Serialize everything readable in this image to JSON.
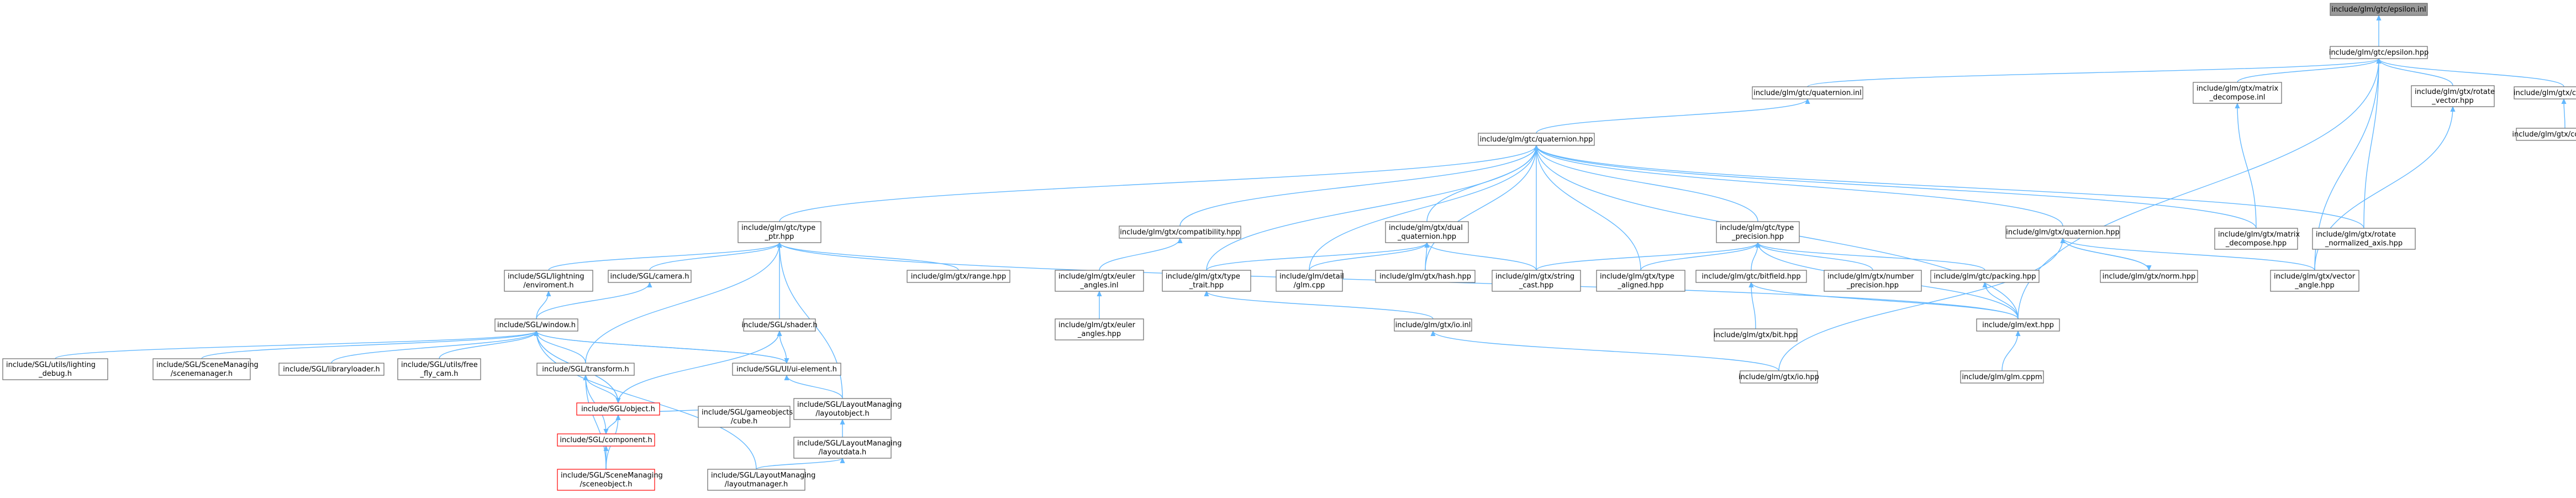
{
  "colors": {
    "edge": "#63b8ff",
    "box_border": "#666666",
    "root_fill": "#999999",
    "highlight_border": "#ff0000",
    "background": "#ffffff"
  },
  "nodes": [
    {
      "id": "epsilon_inl",
      "lines": [
        "include/glm/gtc/epsilon.inl"
      ],
      "root": true
    },
    {
      "id": "epsilon_hpp",
      "lines": [
        "include/glm/gtc/epsilon.hpp"
      ]
    },
    {
      "id": "quaternion_inl",
      "lines": [
        "include/glm/gtc/quaternion.inl"
      ]
    },
    {
      "id": "matrix_decompose_inl",
      "lines": [
        "include/glm/gtx/matrix",
        "_decompose.inl"
      ]
    },
    {
      "id": "rotate_vector_hpp",
      "lines": [
        "include/glm/gtx/rotate",
        "_vector.hpp"
      ]
    },
    {
      "id": "common_inl",
      "lines": [
        "include/glm/gtx/common.inl"
      ]
    },
    {
      "id": "common_hpp",
      "lines": [
        "include/glm/gtx/common.hpp"
      ]
    },
    {
      "id": "quaternion_hpp",
      "lines": [
        "include/glm/gtc/quaternion.hpp"
      ]
    },
    {
      "id": "type_ptr_hpp",
      "lines": [
        "include/glm/gtc/type",
        "_ptr.hpp"
      ]
    },
    {
      "id": "compatibility_hpp",
      "lines": [
        "include/glm/gtx/compatibility.hpp"
      ]
    },
    {
      "id": "dual_quaternion_hpp",
      "lines": [
        "include/glm/gtx/dual",
        "_quaternion.hpp"
      ]
    },
    {
      "id": "type_precision_hpp",
      "lines": [
        "include/glm/gtc/type",
        "_precision.hpp"
      ]
    },
    {
      "id": "gtx_quaternion_hpp",
      "lines": [
        "include/glm/gtx/quaternion.hpp"
      ]
    },
    {
      "id": "matrix_decompose_hpp",
      "lines": [
        "include/glm/gtx/matrix",
        "_decompose.hpp"
      ]
    },
    {
      "id": "rotate_normalized_axis_hpp",
      "lines": [
        "include/glm/gtx/rotate",
        "_normalized_axis.hpp"
      ]
    },
    {
      "id": "lightning_env",
      "lines": [
        "include/SGL/lightning",
        "/enviroment.h"
      ]
    },
    {
      "id": "camera_h",
      "lines": [
        "include/SGL/camera.h"
      ]
    },
    {
      "id": "range_hpp",
      "lines": [
        "include/glm/gtx/range.hpp"
      ]
    },
    {
      "id": "euler_angles_inl",
      "lines": [
        "include/glm/gtx/euler",
        "_angles.inl"
      ]
    },
    {
      "id": "type_trait_hpp",
      "lines": [
        "include/glm/gtx/type",
        "_trait.hpp"
      ]
    },
    {
      "id": "detail_glm_cpp",
      "lines": [
        "include/glm/detail",
        "/glm.cpp"
      ]
    },
    {
      "id": "hash_hpp",
      "lines": [
        "include/glm/gtx/hash.hpp"
      ]
    },
    {
      "id": "string_cast_hpp",
      "lines": [
        "include/glm/gtx/string",
        "_cast.hpp"
      ]
    },
    {
      "id": "type_aligned_hpp",
      "lines": [
        "include/glm/gtx/type",
        "_aligned.hpp"
      ]
    },
    {
      "id": "bitfield_hpp",
      "lines": [
        "include/glm/gtc/bitfield.hpp"
      ]
    },
    {
      "id": "number_precision_hpp",
      "lines": [
        "include/glm/gtx/number",
        "_precision.hpp"
      ]
    },
    {
      "id": "packing_hpp",
      "lines": [
        "include/glm/gtc/packing.hpp"
      ]
    },
    {
      "id": "norm_hpp",
      "lines": [
        "include/glm/gtx/norm.hpp"
      ]
    },
    {
      "id": "vector_angle_hpp",
      "lines": [
        "include/glm/gtx/vector",
        "_angle.hpp"
      ]
    },
    {
      "id": "window_h",
      "lines": [
        "include/SGL/window.h"
      ]
    },
    {
      "id": "shader_h",
      "lines": [
        "include/SGL/shader.h"
      ]
    },
    {
      "id": "euler_angles_hpp",
      "lines": [
        "include/glm/gtx/euler",
        "_angles.hpp"
      ]
    },
    {
      "id": "io_inl",
      "lines": [
        "include/glm/gtx/io.inl"
      ]
    },
    {
      "id": "bit_hpp",
      "lines": [
        "include/glm/gtx/bit.hpp"
      ]
    },
    {
      "id": "ext_hpp",
      "lines": [
        "include/glm/ext.hpp"
      ]
    },
    {
      "id": "utils_lighting_debug",
      "lines": [
        "include/SGL/utils/lighting",
        "_debug.h"
      ]
    },
    {
      "id": "scenemanager_h",
      "lines": [
        "include/SGL/SceneManaging",
        "/scenemanager.h"
      ]
    },
    {
      "id": "libraryloader_h",
      "lines": [
        "include/SGL/libraryloader.h"
      ]
    },
    {
      "id": "free_fly_cam",
      "lines": [
        "include/SGL/utils/free",
        "_fly_cam.h"
      ]
    },
    {
      "id": "transform_h",
      "lines": [
        "include/SGL/transform.h"
      ]
    },
    {
      "id": "ui_element_h",
      "lines": [
        "include/SGL/UI/ui-element.h"
      ]
    },
    {
      "id": "io_hpp",
      "lines": [
        "include/glm/gtx/io.hpp"
      ]
    },
    {
      "id": "glm_cppm",
      "lines": [
        "include/glm/glm.cppm"
      ]
    },
    {
      "id": "object_h",
      "lines": [
        "include/SGL/object.h"
      ],
      "red": true
    },
    {
      "id": "layoutobject_h",
      "lines": [
        "include/SGL/LayoutManaging",
        "/layoutobject.h"
      ]
    },
    {
      "id": "gameobjects_cube",
      "lines": [
        "include/SGL/gameobjects",
        "/cube.h"
      ]
    },
    {
      "id": "component_h",
      "lines": [
        "include/SGL/component.h"
      ],
      "red": true
    },
    {
      "id": "layoutdata_h",
      "lines": [
        "include/SGL/LayoutManaging",
        "/layoutdata.h"
      ]
    },
    {
      "id": "sceneobject_h",
      "lines": [
        "include/SGL/SceneManaging",
        "/sceneobject.h"
      ],
      "red": true
    },
    {
      "id": "layoutmanager_h",
      "lines": [
        "include/SGL/LayoutManaging",
        "/layoutmanager.h"
      ]
    }
  ],
  "edges": [
    [
      "epsilon_inl",
      "epsilon_hpp"
    ],
    [
      "epsilon_hpp",
      "quaternion_inl"
    ],
    [
      "epsilon_hpp",
      "matrix_decompose_inl"
    ],
    [
      "epsilon_hpp",
      "rotate_vector_hpp"
    ],
    [
      "epsilon_hpp",
      "common_inl"
    ],
    [
      "epsilon_hpp",
      "rotate_normalized_axis_hpp"
    ],
    [
      "epsilon_hpp",
      "vector_angle_hpp"
    ],
    [
      "epsilon_hpp",
      "ext_hpp"
    ],
    [
      "common_inl",
      "common_hpp"
    ],
    [
      "quaternion_inl",
      "quaternion_hpp"
    ],
    [
      "matrix_decompose_inl",
      "matrix_decompose_hpp"
    ],
    [
      "rotate_vector_hpp",
      "vector_angle_hpp"
    ],
    [
      "quaternion_hpp",
      "type_ptr_hpp"
    ],
    [
      "quaternion_hpp",
      "compatibility_hpp"
    ],
    [
      "quaternion_hpp",
      "dual_quaternion_hpp"
    ],
    [
      "quaternion_hpp",
      "type_precision_hpp"
    ],
    [
      "quaternion_hpp",
      "gtx_quaternion_hpp"
    ],
    [
      "quaternion_hpp",
      "matrix_decompose_hpp"
    ],
    [
      "quaternion_hpp",
      "rotate_normalized_axis_hpp"
    ],
    [
      "quaternion_hpp",
      "type_trait_hpp"
    ],
    [
      "quaternion_hpp",
      "detail_glm_cpp"
    ],
    [
      "quaternion_hpp",
      "hash_hpp"
    ],
    [
      "quaternion_hpp",
      "string_cast_hpp"
    ],
    [
      "quaternion_hpp",
      "type_aligned_hpp"
    ],
    [
      "quaternion_hpp",
      "ext_hpp"
    ],
    [
      "type_ptr_hpp",
      "lightning_env"
    ],
    [
      "type_ptr_hpp",
      "camera_h"
    ],
    [
      "type_ptr_hpp",
      "range_hpp"
    ],
    [
      "type_ptr_hpp",
      "shader_h"
    ],
    [
      "type_ptr_hpp",
      "transform_h"
    ],
    [
      "type_ptr_hpp",
      "layoutobject_h"
    ],
    [
      "type_ptr_hpp",
      "ext_hpp"
    ],
    [
      "compatibility_hpp",
      "euler_angles_inl"
    ],
    [
      "euler_angles_inl",
      "euler_angles_hpp"
    ],
    [
      "dual_quaternion_hpp",
      "type_trait_hpp"
    ],
    [
      "dual_quaternion_hpp",
      "detail_glm_cpp"
    ],
    [
      "dual_quaternion_hpp",
      "hash_hpp"
    ],
    [
      "dual_quaternion_hpp",
      "string_cast_hpp"
    ],
    [
      "type_precision_hpp",
      "string_cast_hpp"
    ],
    [
      "type_precision_hpp",
      "type_aligned_hpp"
    ],
    [
      "type_precision_hpp",
      "bitfield_hpp"
    ],
    [
      "type_precision_hpp",
      "number_precision_hpp"
    ],
    [
      "type_precision_hpp",
      "packing_hpp"
    ],
    [
      "type_precision_hpp",
      "ext_hpp"
    ],
    [
      "gtx_quaternion_hpp",
      "norm_hpp"
    ],
    [
      "gtx_quaternion_hpp",
      "vector_angle_hpp"
    ],
    [
      "gtx_quaternion_hpp",
      "io_hpp"
    ],
    [
      "norm_hpp",
      "gtx_quaternion_hpp"
    ],
    [
      "type_trait_hpp",
      "io_inl"
    ],
    [
      "io_inl",
      "io_hpp"
    ],
    [
      "bitfield_hpp",
      "bit_hpp"
    ],
    [
      "bitfield_hpp",
      "ext_hpp"
    ],
    [
      "packing_hpp",
      "ext_hpp"
    ],
    [
      "ext_hpp",
      "glm_cppm"
    ],
    [
      "lightning_env",
      "window_h"
    ],
    [
      "camera_h",
      "window_h"
    ],
    [
      "window_h",
      "utils_lighting_debug"
    ],
    [
      "window_h",
      "scenemanager_h"
    ],
    [
      "window_h",
      "libraryloader_h"
    ],
    [
      "window_h",
      "free_fly_cam"
    ],
    [
      "window_h",
      "transform_h"
    ],
    [
      "window_h",
      "ui_element_h"
    ],
    [
      "window_h",
      "object_h"
    ],
    [
      "window_h",
      "layoutmanager_h"
    ],
    [
      "shader_h",
      "ui_element_h"
    ],
    [
      "shader_h",
      "object_h"
    ],
    [
      "ui_element_h",
      "layoutobject_h"
    ],
    [
      "ui_element_h",
      "window_h"
    ],
    [
      "transform_h",
      "object_h"
    ],
    [
      "transform_h",
      "component_h"
    ],
    [
      "transform_h",
      "sceneobject_h"
    ],
    [
      "object_h",
      "component_h"
    ],
    [
      "object_h",
      "gameobjects_cube"
    ],
    [
      "object_h",
      "sceneobject_h"
    ],
    [
      "object_h",
      "window_h"
    ],
    [
      "component_h",
      "object_h"
    ],
    [
      "component_h",
      "sceneobject_h"
    ],
    [
      "layoutobject_h",
      "layoutdata_h"
    ],
    [
      "layoutdata_h",
      "layoutmanager_h"
    ]
  ]
}
